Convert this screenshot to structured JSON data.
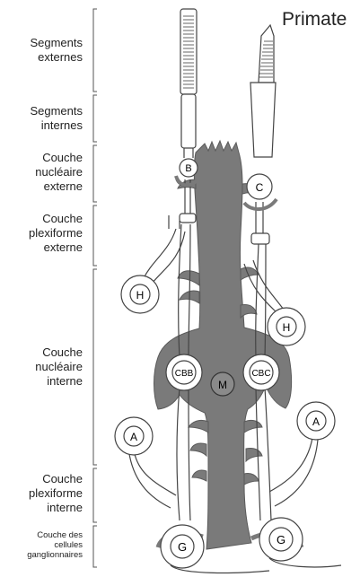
{
  "species": "Primate",
  "layers": [
    {
      "id": "outer-segments",
      "label": "Segments\nexternes"
    },
    {
      "id": "inner-segments",
      "label": "Segments\ninternes"
    },
    {
      "id": "outer-nuclear",
      "label": "Couche\nnucléaire\nexterne"
    },
    {
      "id": "outer-plexiform",
      "label": "Couche\nplexiforme\nexterne"
    },
    {
      "id": "inner-nuclear",
      "label": "Couche\nnucléaire\ninterne"
    },
    {
      "id": "inner-plexiform",
      "label": "Couche\nplexiforme\ninterne"
    },
    {
      "id": "ganglion",
      "label": "Couche des\ncellules\nganglionnaires"
    }
  ],
  "cells": {
    "rod": "B",
    "cone": "C",
    "horizontal_left": "H",
    "horizontal_right": "H",
    "rod_bipolar": "CBB",
    "cone_bipolar": "CBC",
    "muller": "M",
    "amacrine_left": "A",
    "amacrine_right": "A",
    "ganglion_left": "G",
    "ganglion_right": "G"
  },
  "colors": {
    "muller_glia": "#7a7a7a",
    "outline": "#444444",
    "background": "#ffffff"
  }
}
